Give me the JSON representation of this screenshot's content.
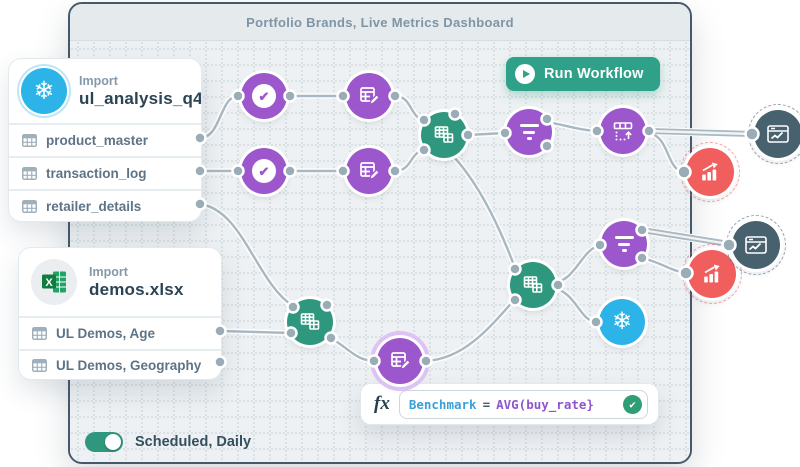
{
  "panel": {
    "title": "Portfolio Brands, Live Metrics Dashboard"
  },
  "toolbar": {
    "run_label": "Run Workflow"
  },
  "sources": [
    {
      "type_label": "Import",
      "name": "ul_analysis_q4",
      "icon": "snowflake-icon",
      "tables": [
        {
          "label": "product_master"
        },
        {
          "label": "transaction_log"
        },
        {
          "label": "retailer_details"
        }
      ]
    },
    {
      "type_label": "Import",
      "name": "demos.xlsx",
      "icon": "excel-icon",
      "tables": [
        {
          "label": "UL Demos, Age"
        },
        {
          "label": "UL Demos, Geography"
        }
      ]
    }
  ],
  "formula": {
    "fx_label": "fx",
    "variable": "Benchmark",
    "operator": "=",
    "expression": "AVG(buy_rate}"
  },
  "schedule": {
    "label": "Scheduled, Daily",
    "state": "on"
  },
  "icons": {
    "snowflake_glyph": "❄",
    "check_glyph": "✔",
    "excel_letter": "X"
  },
  "colors": {
    "accent_teal": "#2fa188",
    "node_purple": "#9c57cc",
    "node_teal": "#2f977e",
    "node_red": "#f15e5e",
    "node_slate": "#47626e",
    "node_blue": "#2cb3e8",
    "edge_gray": "#a9b8c2"
  }
}
